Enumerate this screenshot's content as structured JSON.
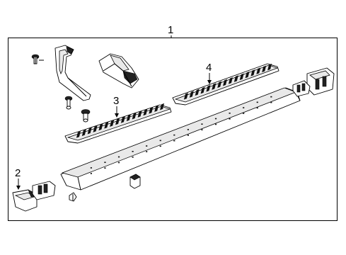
{
  "callouts": {
    "c1": "1",
    "c2": "2",
    "c3": "3",
    "c4": "4"
  },
  "icons": [
    "push-pin-fastener-icon",
    "bolt-fastener-icon",
    "clip-icon"
  ],
  "colors": {
    "line": "#000000",
    "background": "#ffffff"
  }
}
